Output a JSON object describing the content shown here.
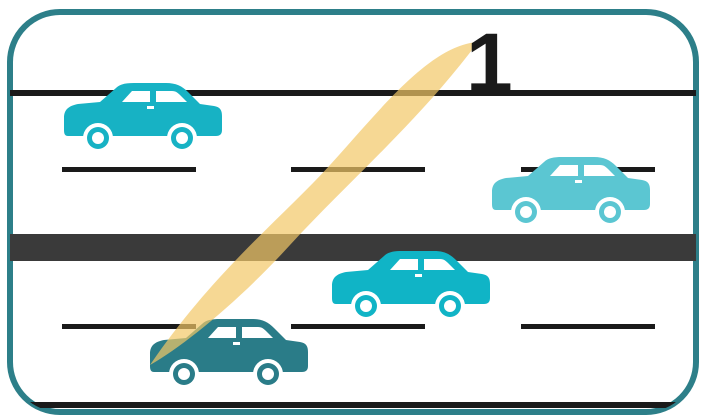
{
  "sign": {
    "label": "1"
  },
  "cars": [
    {
      "name": "car-top-left",
      "color": "#17b2c4",
      "direction": "left"
    },
    {
      "name": "car-top-right",
      "color": "#5bc6d2",
      "direction": "left"
    },
    {
      "name": "car-bottom-middle",
      "color": "#10b4c6",
      "direction": "left"
    },
    {
      "name": "car-bottom-left",
      "color": "#2a7c88",
      "direction": "left"
    }
  ],
  "colors": {
    "frame": "#2d7f89",
    "road_line": "#1a1a1a",
    "median": "#3a3a3a",
    "beam": "#f2c766"
  }
}
